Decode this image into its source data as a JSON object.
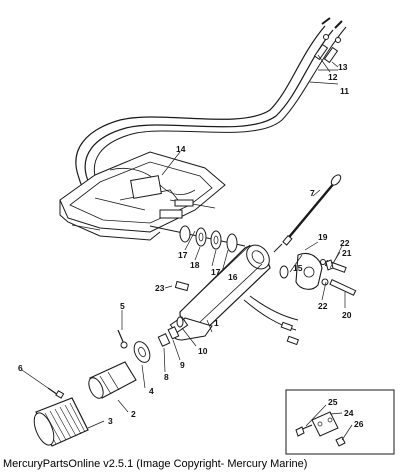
{
  "caption": "MercuryPartsOnline v2.5.1 (Image Copyright- Mercury Marine)",
  "parts": [
    {
      "id": "n1",
      "label": "1"
    },
    {
      "id": "n2",
      "label": "2"
    },
    {
      "id": "n3",
      "label": "3"
    },
    {
      "id": "n4",
      "label": "4"
    },
    {
      "id": "n5",
      "label": "5"
    },
    {
      "id": "n6",
      "label": "6"
    },
    {
      "id": "n7",
      "label": "7"
    },
    {
      "id": "n8",
      "label": "8"
    },
    {
      "id": "n9",
      "label": "9"
    },
    {
      "id": "n10",
      "label": "10"
    },
    {
      "id": "n11",
      "label": "11"
    },
    {
      "id": "n12",
      "label": "12"
    },
    {
      "id": "n13",
      "label": "13"
    },
    {
      "id": "n14",
      "label": "14"
    },
    {
      "id": "n15",
      "label": "15"
    },
    {
      "id": "n16",
      "label": "16"
    },
    {
      "id": "n17a",
      "label": "17"
    },
    {
      "id": "n17b",
      "label": "17"
    },
    {
      "id": "n18",
      "label": "18"
    },
    {
      "id": "n19",
      "label": "19"
    },
    {
      "id": "n20",
      "label": "20"
    },
    {
      "id": "n21",
      "label": "21"
    },
    {
      "id": "n22a",
      "label": "22"
    },
    {
      "id": "n22b",
      "label": "22"
    },
    {
      "id": "n23",
      "label": "23"
    },
    {
      "id": "n24",
      "label": "24"
    },
    {
      "id": "n25",
      "label": "25"
    },
    {
      "id": "n26",
      "label": "26"
    }
  ]
}
